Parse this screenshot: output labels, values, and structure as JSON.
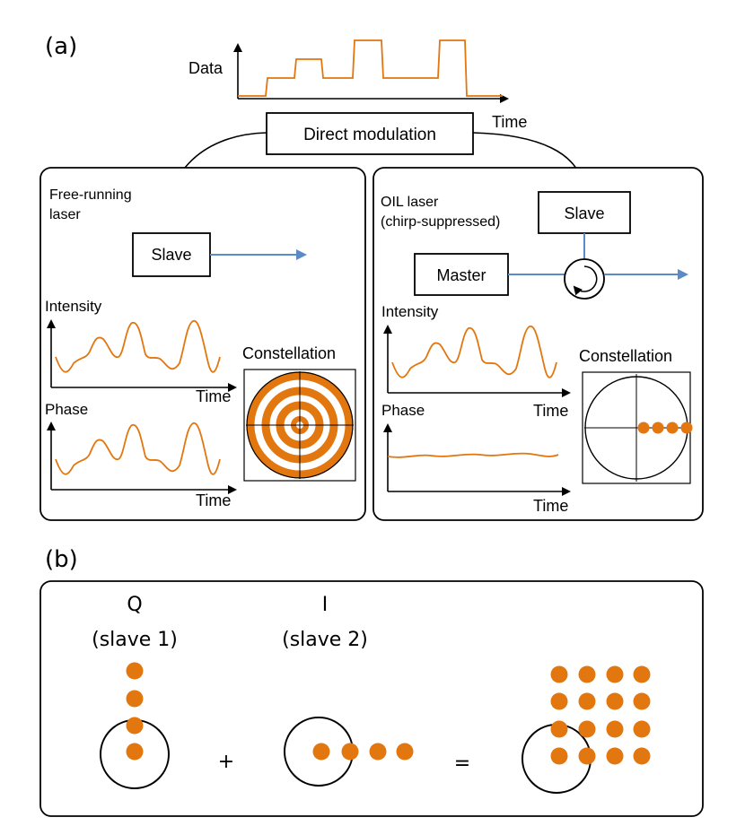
{
  "colors": {
    "signal": "#E2760F",
    "beam": "#5B8BC6",
    "ink": "#000000"
  },
  "panel_a": {
    "label": "(a)",
    "data_label": "Data",
    "time_label": "Time",
    "direct_modulation": "Direct modulation",
    "free_running": {
      "title_line1": "Free-running",
      "title_line2": "laser",
      "slave": "Slave",
      "intensity": "Intensity",
      "phase": "Phase",
      "time": "Time",
      "constellation": "Constellation"
    },
    "oil": {
      "title_line1": "OIL laser",
      "title_line2": "(chirp-suppressed)",
      "slave": "Slave",
      "master": "Master",
      "intensity": "Intensity",
      "phase": "Phase",
      "time": "Time",
      "constellation": "Constellation"
    }
  },
  "panel_b": {
    "label": "(b)",
    "q_label": "Q",
    "q_sub": "(slave 1)",
    "i_label": "I",
    "i_sub": "(slave 2)",
    "plus": "+",
    "equals": "="
  }
}
